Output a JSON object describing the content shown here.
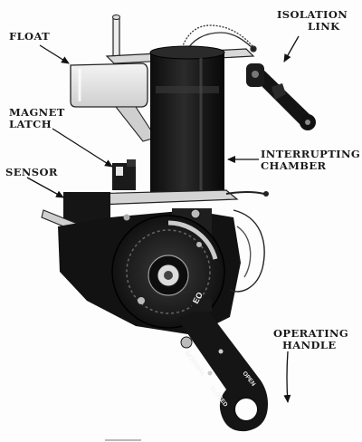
{
  "labels": {
    "float": [
      "FLOAT"
    ],
    "magnet_latch": [
      "MAGNET",
      "LATCH"
    ],
    "sensor": [
      "SENSOR"
    ],
    "isolation_link": [
      "ISOLATION",
      "LINK"
    ],
    "interrupting_chamber": [
      "INTERRUPTING",
      "CHAMBER"
    ],
    "operating_handle": [
      "OPERATING",
      "HANDLE"
    ]
  },
  "markings": {
    "eo": "EO",
    "normal": "NORMAL",
    "open": "OPEN",
    "closed": "CLOSED"
  }
}
